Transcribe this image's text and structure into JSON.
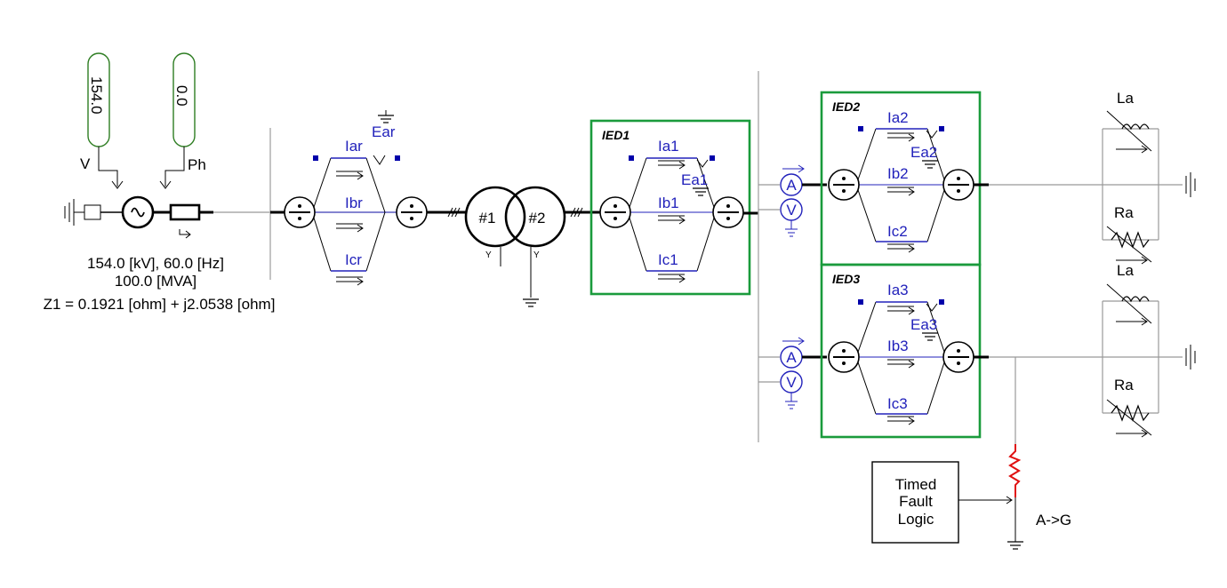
{
  "source": {
    "voltage_input": "154.0",
    "phase_input": "0.0",
    "v_label": "V",
    "ph_label": "Ph",
    "rating_line1": "154.0 [kV], 60.0 [Hz]",
    "rating_line2": "100.0 [MVA]",
    "impedance_line": "Z1 = 0.1921 [ohm] + j2.0538 [ohm]"
  },
  "meter_source": {
    "i1": "Iar",
    "i2": "Ibr",
    "i3": "Icr",
    "e": "Ear"
  },
  "transformer": {
    "w1": "#1",
    "w2": "#2",
    "w1_conn": "Y",
    "w2_conn": "Y"
  },
  "ied1": {
    "title": "IED1",
    "i1": "Ia1",
    "i2": "Ib1",
    "i3": "Ic1",
    "e": "Ea1"
  },
  "ied2": {
    "title": "IED2",
    "i1": "Ia2",
    "i2": "Ib2",
    "i3": "Ic2",
    "e": "Ea2"
  },
  "ied3": {
    "title": "IED3",
    "i1": "Ia3",
    "i2": "Ib3",
    "i3": "Ic3",
    "e": "Ea3"
  },
  "instruments": {
    "ammeter": "A",
    "voltmeter": "V"
  },
  "load_top": {
    "l_label": "La",
    "r_label": "Ra"
  },
  "load_bottom": {
    "l_label": "La",
    "r_label": "Ra"
  },
  "fault": {
    "logic_line1": "Timed",
    "logic_line2": "Fault",
    "logic_line3": "Logic",
    "type": "A->G"
  },
  "colors": {
    "ied_box": "#1a9b3c",
    "meter": "#2222bb",
    "fault": "#e01010",
    "input": "#2e7d22"
  }
}
